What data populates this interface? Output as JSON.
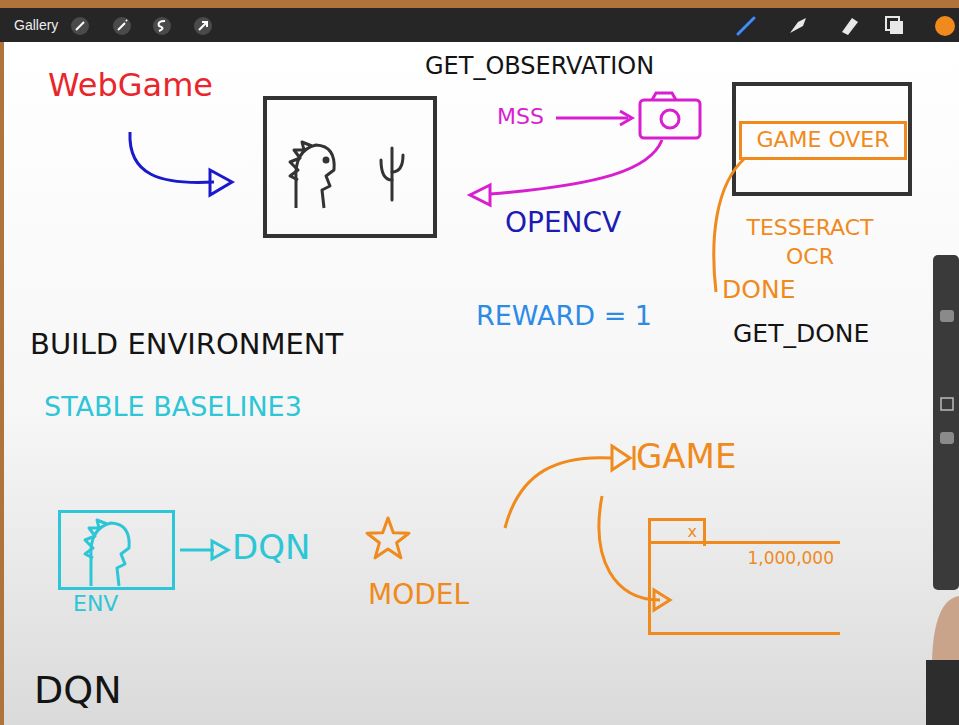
{
  "diagram": {
    "nodes": [
      {
        "text": [
          "GAME OVER"
        ]
      },
      {
        "text": [
          "ENV"
        ]
      },
      {
        "text": [
          "x"
        ]
      },
      {
        "text": [
          "1,000,000"
        ]
      }
    ],
    "labels": [
      "Gallery",
      "WebGame",
      "GET_OBSERVATION",
      "MSS",
      "OPENCV",
      "TESSERACT OCR",
      "DONE",
      "REWARD = 1",
      "GET_DONE",
      "BUILD ENVIRONMENT",
      "STABLE BASELINE3",
      "DQN",
      "MODEL",
      "GAME",
      "DQN"
    ]
  }
}
